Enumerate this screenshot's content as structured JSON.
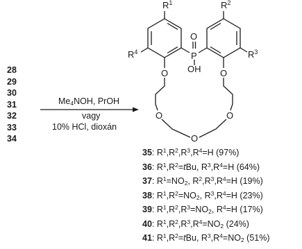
{
  "starting_compounds": [
    "28",
    "29",
    "30",
    "31",
    "32",
    "33",
    "34"
  ],
  "conditions": {
    "above_arrow": "Me4NOH, PrOH",
    "middle": "vagy",
    "below_arrow": "10% HCl, dioxán"
  },
  "structure_labels": {
    "r1": "R1",
    "r2": "R2",
    "r3": "R3",
    "r4": "R4",
    "p": "P",
    "oxo": "O",
    "oh": "OH",
    "ring_oxygen": "O"
  },
  "products": [
    {
      "num": "35",
      "text": "R1,R2,R3,R4=H (97%)"
    },
    {
      "num": "36",
      "text": "R1,R2=tBu, R3,R4=H (64%)"
    },
    {
      "num": "37",
      "text": "R1=NO2, R2,R3,R4=H (19%)"
    },
    {
      "num": "38",
      "text": "R1,R2=NO2, R3,R4=H (23%)"
    },
    {
      "num": "39",
      "text": "R1,R2,R3=NO2, R4=H (17%)"
    },
    {
      "num": "40",
      "text": "R1,R2,R3,R4=NO2 (24%)"
    },
    {
      "num": "41",
      "text": "R1,R2=tBu, R3,R4=NO2 (51%)"
    }
  ]
}
